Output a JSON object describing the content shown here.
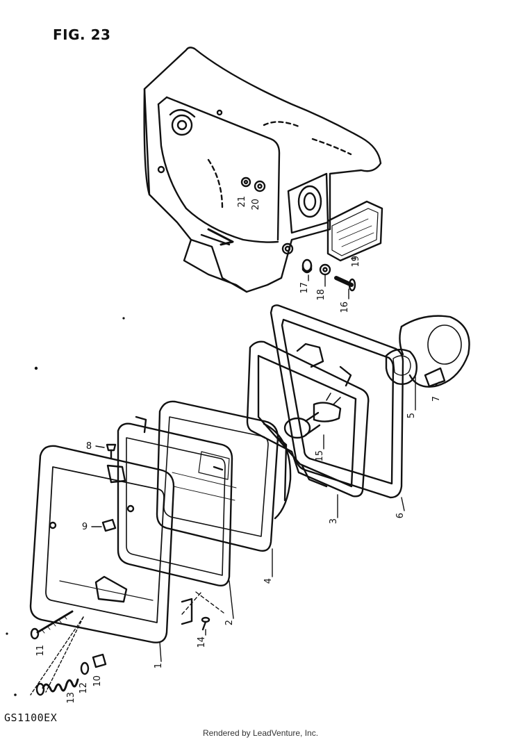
{
  "figure": {
    "title": "FIG. 23",
    "model": "GS1100EX",
    "credit": "Rendered by LeadVenture, Inc."
  },
  "callouts": [
    {
      "id": "c1",
      "text": "1"
    },
    {
      "id": "c2",
      "text": "2"
    },
    {
      "id": "c3",
      "text": "3"
    },
    {
      "id": "c4",
      "text": "4"
    },
    {
      "id": "c5",
      "text": "5"
    },
    {
      "id": "c6",
      "text": "6"
    },
    {
      "id": "c7",
      "text": "7"
    },
    {
      "id": "c8",
      "text": "8"
    },
    {
      "id": "c9",
      "text": "9"
    },
    {
      "id": "c10",
      "text": "10"
    },
    {
      "id": "c11",
      "text": "11"
    },
    {
      "id": "c12",
      "text": "12"
    },
    {
      "id": "c13",
      "text": "13"
    },
    {
      "id": "c14",
      "text": "14"
    },
    {
      "id": "c15",
      "text": "15"
    },
    {
      "id": "c16",
      "text": "16"
    },
    {
      "id": "c17",
      "text": "17"
    },
    {
      "id": "c18",
      "text": "18"
    },
    {
      "id": "c19",
      "text": "19"
    },
    {
      "id": "c20",
      "text": "20"
    },
    {
      "id": "c21",
      "text": "21"
    }
  ]
}
